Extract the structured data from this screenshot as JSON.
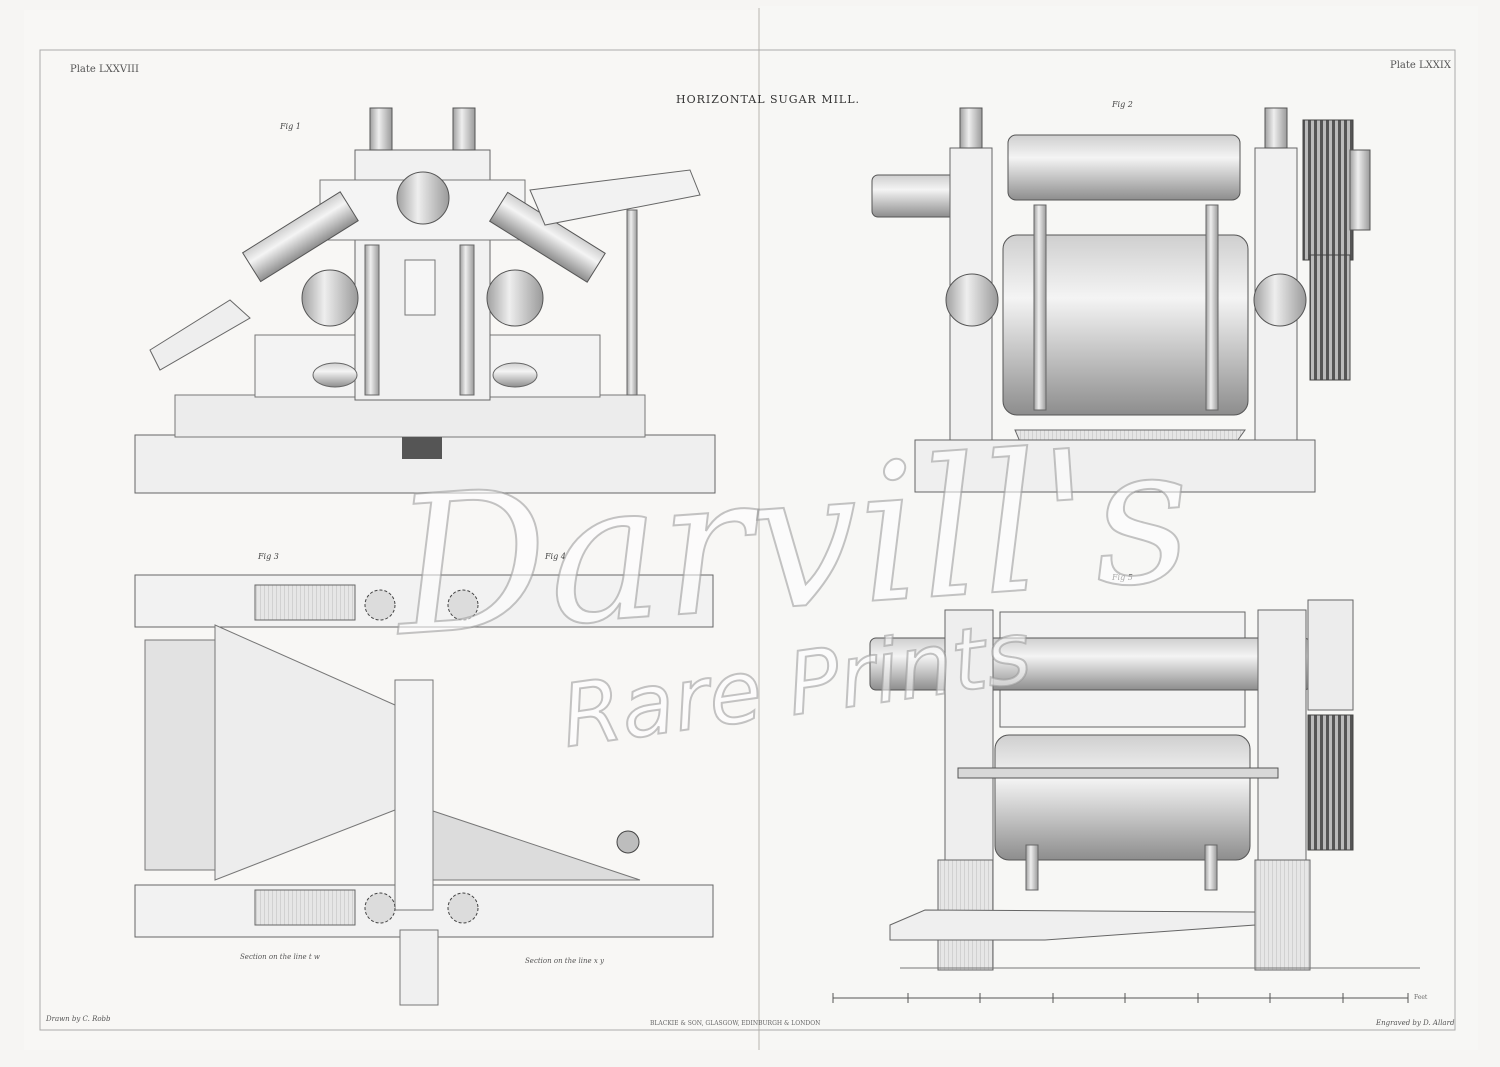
{
  "plate_left": "Plate LXXVIII",
  "plate_right": "Plate LXXIX",
  "title": "HORIZONTAL SUGAR MILL.",
  "figures": {
    "fig1": "Fig 1",
    "fig2": "Fig 2",
    "fig3": "Fig 3",
    "fig4": "Fig 4",
    "fig5": "Fig 5"
  },
  "captions": {
    "section_left": "Section on the line t w",
    "section_right": "Section on the line x y"
  },
  "credits": {
    "drawn": "Drawn by C. Robb",
    "publisher": "BLACKIE & SON, GLASGOW, EDINBURGH & LONDON",
    "engraved": "Engraved by D. Allard"
  },
  "scale_label": "Feet",
  "watermark": {
    "line1": "Darvill's",
    "line2": "Rare Prints"
  }
}
